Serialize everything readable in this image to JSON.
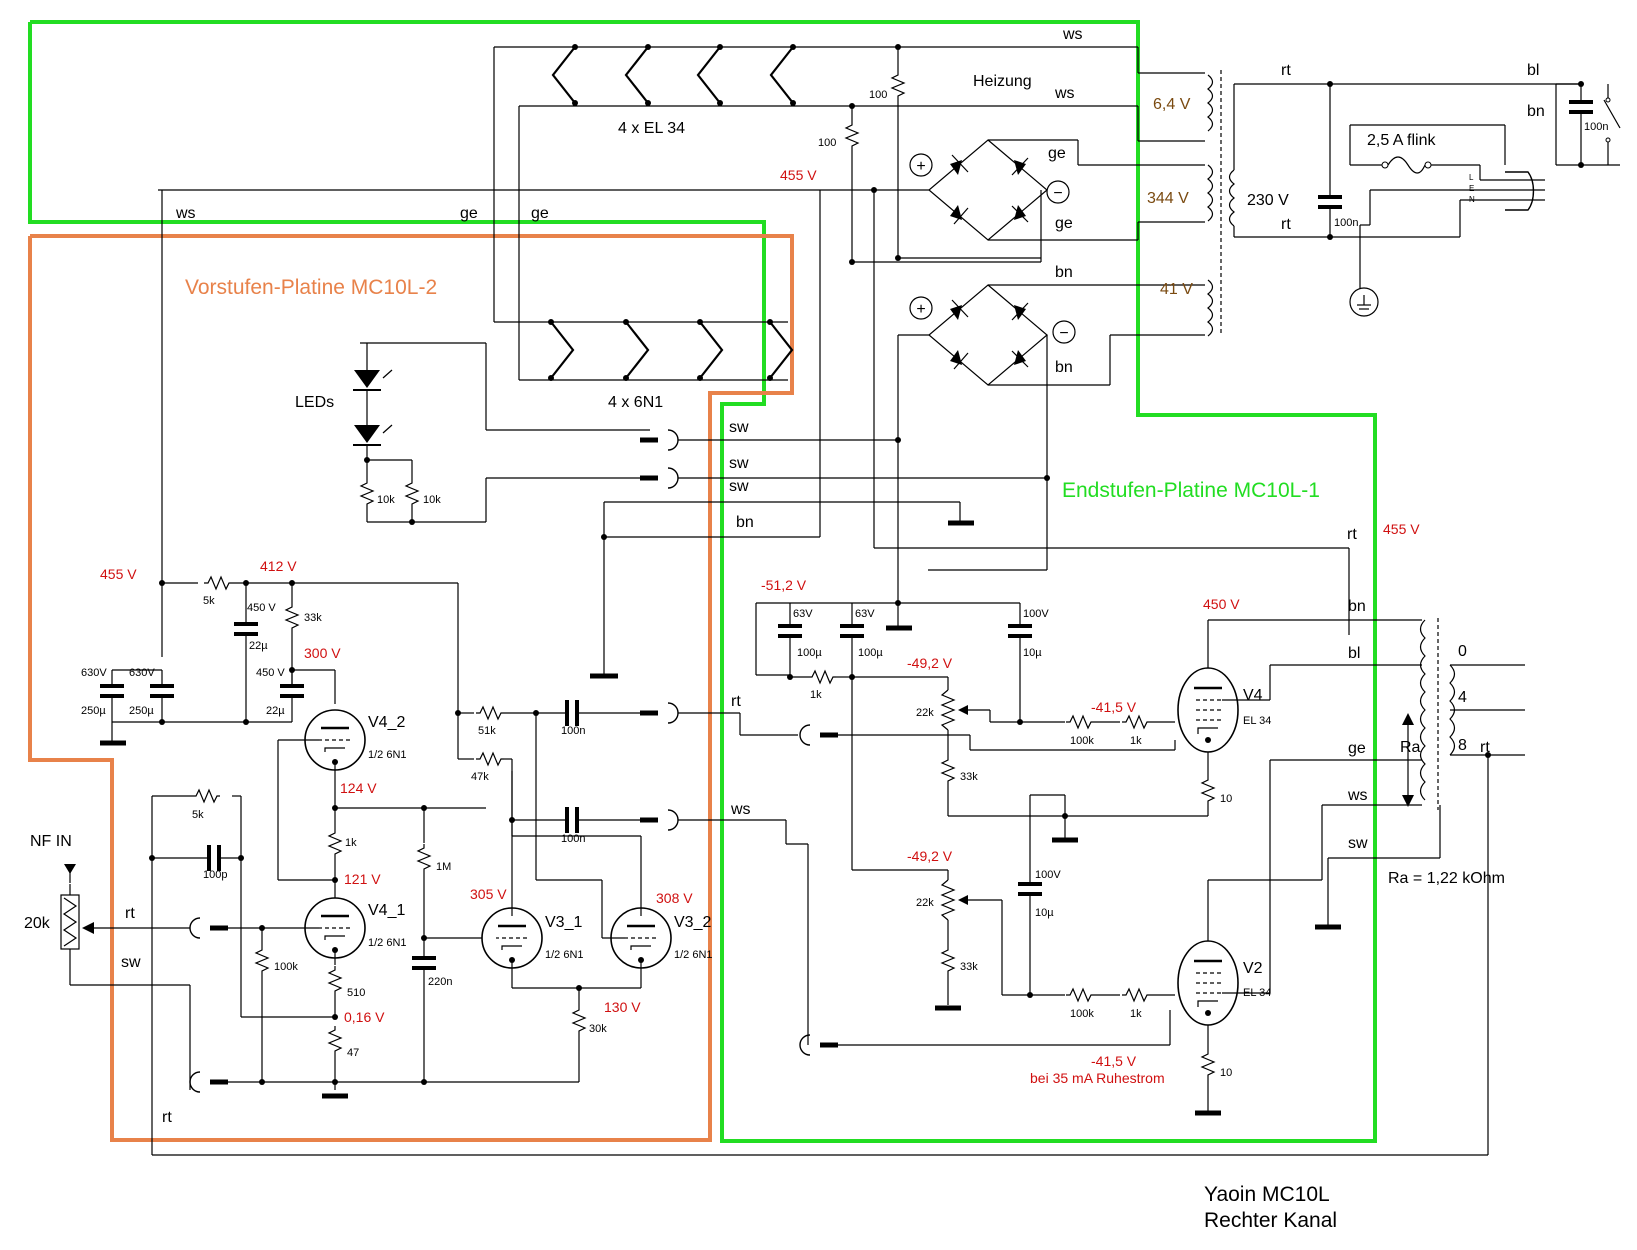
{
  "boards": {
    "vorstufe": "Vorstufen-Platine MC10L-2",
    "endstufe": "Endstufen-Platine MC10L-1"
  },
  "colors": {
    "vorstufe_border": "#e8824a",
    "endstufe_border": "#22dd22",
    "voltage_text": "#d01010",
    "transformer_text": "#7a4a10"
  },
  "title": {
    "line1": "Yaoin MC10L",
    "line2": "Rechter Kanal"
  },
  "tube_groups": {
    "el34": "4 x EL 34",
    "n61": "4 x 6N1"
  },
  "heater": "Heizung",
  "leds": "LEDs",
  "input": "NF IN",
  "input_pot": "20k",
  "ra_label": "Ra",
  "ra_value": "Ra = 1,22 kOhm",
  "fuse": "2,5 A flink",
  "transformer": {
    "v64": "6,4 V",
    "v344": "344 V",
    "v230": "230 V",
    "v41": "41 V"
  },
  "mains": {
    "l": "L",
    "e": "E",
    "n": "N"
  },
  "output_taps": [
    "0",
    "4",
    "8"
  ],
  "plus": "+",
  "minus": "−",
  "wire_labels": {
    "ws": "ws",
    "ge": "ge",
    "bn": "bn",
    "sw": "sw",
    "rt": "rt",
    "bl": "bl"
  },
  "tubes": {
    "v4_2": {
      "name": "V4_2",
      "type": "1/2 6N1"
    },
    "v4_1": {
      "name": "V4_1",
      "type": "1/2 6N1"
    },
    "v3_1": {
      "name": "V3_1",
      "type": "1/2 6N1"
    },
    "v3_2": {
      "name": "V3_2",
      "type": "1/2 6N1"
    },
    "v4": {
      "name": "V4",
      "type": "EL 34"
    },
    "v2": {
      "name": "V2",
      "type": "EL 34"
    }
  },
  "voltages": {
    "b455_left": "455 V",
    "b455_top": "455 V",
    "b455_right": "455 V",
    "b412": "412 V",
    "b300": "300 V",
    "b124": "124 V",
    "b121": "121 V",
    "b016": "0,16 V",
    "b305": "305 V",
    "b308": "308 V",
    "b130": "130 V",
    "b450": "450 V",
    "bm512": "-51,2  V",
    "bm492a": "-49,2 V",
    "bm492b": "-49,2 V",
    "bm415a": "-41,5 V",
    "bm415b": "-41,5 V",
    "ruhestrom": "bei 35 mA Ruhestrom"
  },
  "components": {
    "r100a": "100",
    "r100b": "100",
    "c100n_mains": "100n",
    "c100n_sw": "100n",
    "r10k_a": "10k",
    "r10k_b": "10k",
    "r5k_top": "5k",
    "r33k_pre": "33k",
    "c450v": "450 V",
    "c22u": "22µ",
    "c450v_b": "450 V",
    "c22u_b": "22µ",
    "c630v_a": "630V",
    "c630v_b": "630V",
    "c250u_a": "250µ",
    "c250u_b": "250µ",
    "r51k": "51k",
    "r47k": "47k",
    "c100n_a": "100n",
    "c100n_b": "100n",
    "r5k_fb": "5k",
    "c100p": "100p",
    "r1k_pre": "1k",
    "r1m": "1M",
    "c220n": "220n",
    "r100k_in": "100k",
    "r510": "510",
    "r47": "47",
    "r30k": "30k",
    "c63v_a": "63V",
    "c63v_b": "63V",
    "c100v_a": "100V",
    "c100u_a": "100µ",
    "c100u_b": "100µ",
    "c10u_a": "10µ",
    "r1k_bias": "1k",
    "p22k_a": "22k",
    "r33k_a": "33k",
    "p22k_b": "22k",
    "r33k_b": "33k",
    "r100k_g1": "100k",
    "r1k_g1": "1k",
    "r100k_g2": "100k",
    "r1k_g2": "1k",
    "r10_a": "10",
    "r10_b": "10",
    "c100v_b": "100V",
    "c10u_b": "10µ"
  }
}
